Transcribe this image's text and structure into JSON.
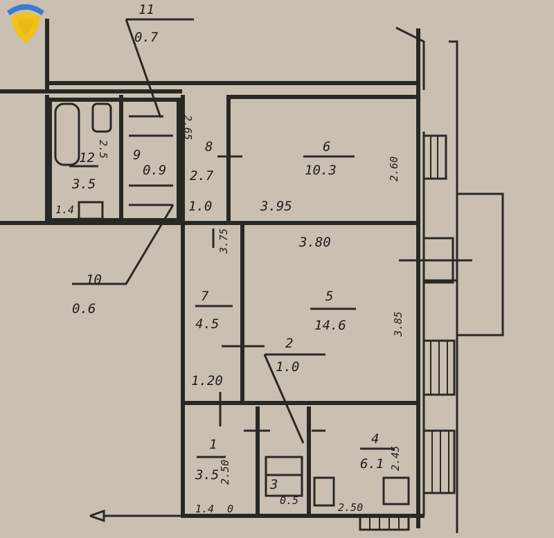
{
  "rooms": [
    {
      "num": "1",
      "area": "3.5"
    },
    {
      "num": "2",
      "area": "1.0"
    },
    {
      "num": "3",
      "area": "0.5"
    },
    {
      "num": "4",
      "area": "6.1"
    },
    {
      "num": "5",
      "area": "14.6"
    },
    {
      "num": "6",
      "area": "10.3"
    },
    {
      "num": "7",
      "area": "4.5"
    },
    {
      "num": "8",
      "area": "2.7"
    },
    {
      "num": "9",
      "area": "0.9"
    },
    {
      "num": "10",
      "area": "0.6"
    },
    {
      "num": "11",
      "area": "0.7"
    },
    {
      "num": "12",
      "area": "3.5"
    }
  ],
  "dimensions": {
    "d_2_65": "2.65",
    "d_2_5": "2.5",
    "d_1_0": "1.0",
    "d_3_95": "3.95",
    "d_2_60": "2.60",
    "d_3_75": "3.75",
    "d_3_80": "3.80",
    "d_3_85": "3.85",
    "d_1_20": "1.20",
    "d_2_50_a": "2.50",
    "d_2_45": "2.45",
    "d_2_50_b": "2.50",
    "d_1_4_a": "1.4",
    "d_1_4_b": "1.4",
    "d_0": "0"
  },
  "colors": {
    "paper": "#c9c0b2",
    "ink": "#2a2824",
    "logo_yellow": "#f2c21b",
    "logo_blue": "#3c7bd0"
  }
}
